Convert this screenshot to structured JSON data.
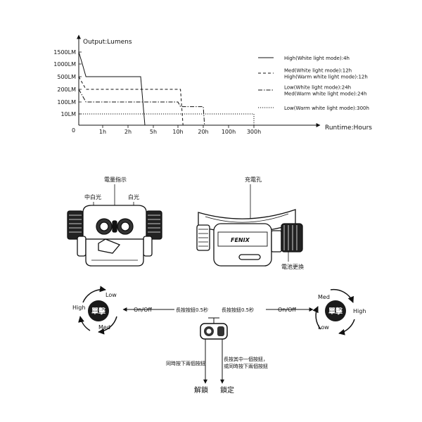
{
  "chart_data": {
    "type": "line",
    "title": "Output:Lumens",
    "xlabel": "Runtime:Hours",
    "ylabel": "Output:Lumens",
    "x_ticks": [
      "0",
      "1h",
      "2h",
      "5h",
      "10h",
      "20h",
      "100h",
      "300h"
    ],
    "y_ticks": [
      "10LM",
      "100LM",
      "200LM",
      "500LM",
      "1000LM",
      "1500LM"
    ],
    "legend_position": "right",
    "series": [
      {
        "name": "High(White light mode):4h",
        "points": [
          [
            0,
            1500
          ],
          [
            0.15,
            1000
          ],
          [
            0.3,
            500
          ],
          [
            3.5,
            500
          ],
          [
            4,
            0
          ]
        ]
      },
      {
        "name": "Med(White light mode):12h High(Warm white light mode):12h",
        "points": [
          [
            0,
            500
          ],
          [
            0.3,
            200
          ],
          [
            11,
            200
          ],
          [
            12,
            0
          ]
        ]
      },
      {
        "name": "Low(White light mode):24h Med(Warm white light mode):24h",
        "points": [
          [
            0,
            200
          ],
          [
            0.3,
            100
          ],
          [
            10,
            100
          ],
          [
            11,
            65
          ],
          [
            20,
            65
          ],
          [
            24,
            0
          ]
        ]
      },
      {
        "name": "Low(Warm white light mode):300h",
        "points": [
          [
            0,
            10
          ],
          [
            300,
            10
          ],
          [
            300,
            0
          ]
        ]
      }
    ]
  },
  "legend": [
    {
      "lines": [
        "High(White light mode):4h"
      ],
      "dash": "solid"
    },
    {
      "lines": [
        "Med(White light mode):12h",
        "High(Warm white light mode):12h"
      ],
      "dash": "dashed"
    },
    {
      "lines": [
        "Low(White light mode):24h",
        "Med(Warm white light mode):24h"
      ],
      "dash": "dashdot"
    },
    {
      "lines": [
        "Low(Warm white light mode):300h"
      ],
      "dash": "dotted"
    }
  ],
  "device": {
    "battery_indicator": "電量指示",
    "neutral_light": "中白光",
    "white_light": "白光",
    "charging_port": "充電孔",
    "battery_replace": "電池更換",
    "brand": "FENIX"
  },
  "operation": {
    "left_cycle": {
      "top": "Low",
      "left": "High",
      "bottom": "Med",
      "badge": "單擊"
    },
    "right_cycle": {
      "top": "Med",
      "right": "High",
      "bottom": "Low",
      "badge": "單擊"
    },
    "on_off_left": "On/Off",
    "on_off_right": "On/Off",
    "long_press_left": "長按按鈕0.5秒",
    "long_press_right": "長按按鈕0.5秒",
    "press_both": "同時按下兩個按鈕",
    "press_one_or_both_line1": "長按其中一個按鈕，",
    "press_one_or_both_line2": "或同時按下兩個按鈕",
    "unlock": "解鎖",
    "lock": "鎖定"
  },
  "colors": {
    "ink": "#111111",
    "badge_bg": "#1a1a1a",
    "badge_text": "#ffffff"
  }
}
